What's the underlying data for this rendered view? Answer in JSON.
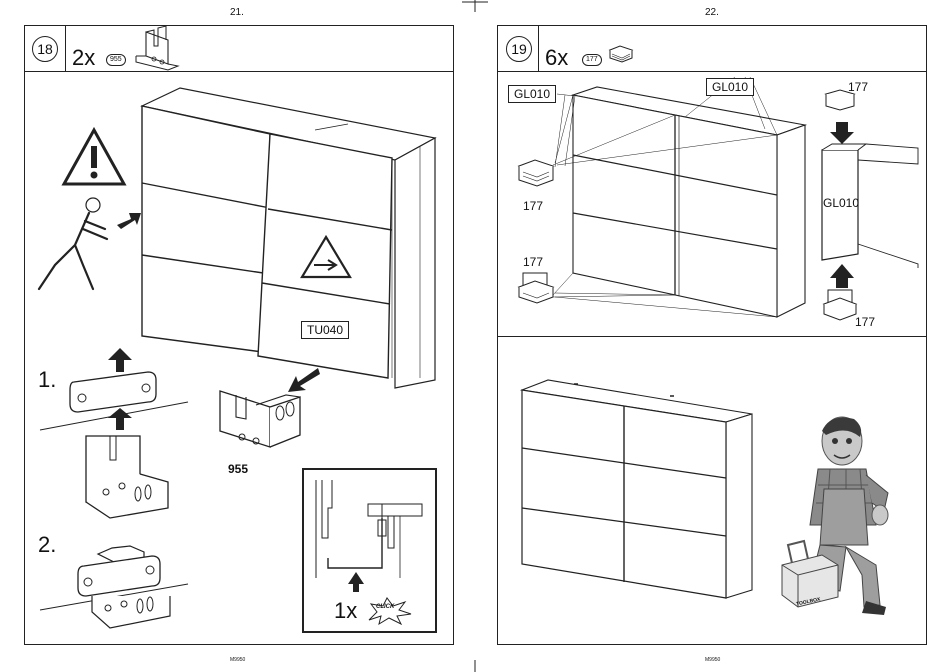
{
  "left_page": {
    "page_number": "21.",
    "footer_code": "M9950",
    "step": {
      "number": "18",
      "quantity": "2x",
      "part_badge": "955"
    },
    "labels": {
      "door_tag": "TU040",
      "part_number": "955",
      "substep_1": "1.",
      "substep_2": "2.",
      "inset_quantity": "1x",
      "click_text": "CLICK"
    }
  },
  "right_page": {
    "page_number": "22.",
    "footer_code": "M9950",
    "step": {
      "number": "19",
      "quantity": "6x",
      "part_badge": "177"
    },
    "labels": {
      "rail_tag_left": "GL010",
      "rail_tag_center": "GL010",
      "rail_side_label": "GL010",
      "part_177_a": "177",
      "part_177_b": "177",
      "part_177_c": "177",
      "part_177_d": "177",
      "part_177_e": "177",
      "toolbox_text": "TOOLBOX"
    }
  }
}
